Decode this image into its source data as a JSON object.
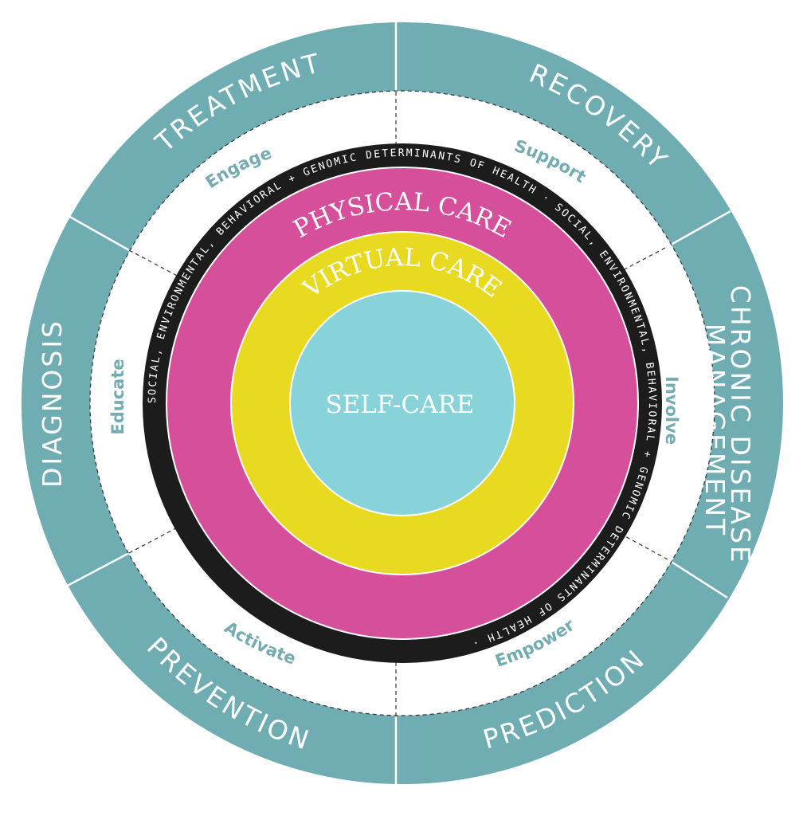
{
  "diagram": {
    "outer_segments": [
      {
        "id": "treatment",
        "label": "TREATMENT"
      },
      {
        "id": "recovery",
        "label": "RECOVERY"
      },
      {
        "id": "chronic",
        "label_lines": [
          "CHRONIC DISEASE",
          "MANAGEMENT"
        ]
      },
      {
        "id": "prediction",
        "label": "PREDICTION"
      },
      {
        "id": "prevention",
        "label": "PREVENTION"
      },
      {
        "id": "diagnosis",
        "label": "DIAGNOSIS"
      }
    ],
    "verbs": [
      "Engage",
      "Support",
      "Involve",
      "Empower",
      "Activate",
      "Educate"
    ],
    "determinants_text": "SOCIAL, ENVIRONMENTAL, BEHAVIORAL + GENOMIC DETERMINANTS OF HEALTH",
    "determinants_separator": " · ",
    "care_levels": {
      "physical": "PHYSICAL CARE",
      "virtual": "VIRTUAL CARE",
      "self": "SELF-CARE"
    },
    "colors": {
      "teal": "#6fadb2",
      "teal_light": "#88d3da",
      "magenta": "#d64f9b",
      "yellow": "#e8da20",
      "black": "#1c1c1c",
      "verb_text": "#74acb1",
      "white": "#ffffff"
    }
  }
}
